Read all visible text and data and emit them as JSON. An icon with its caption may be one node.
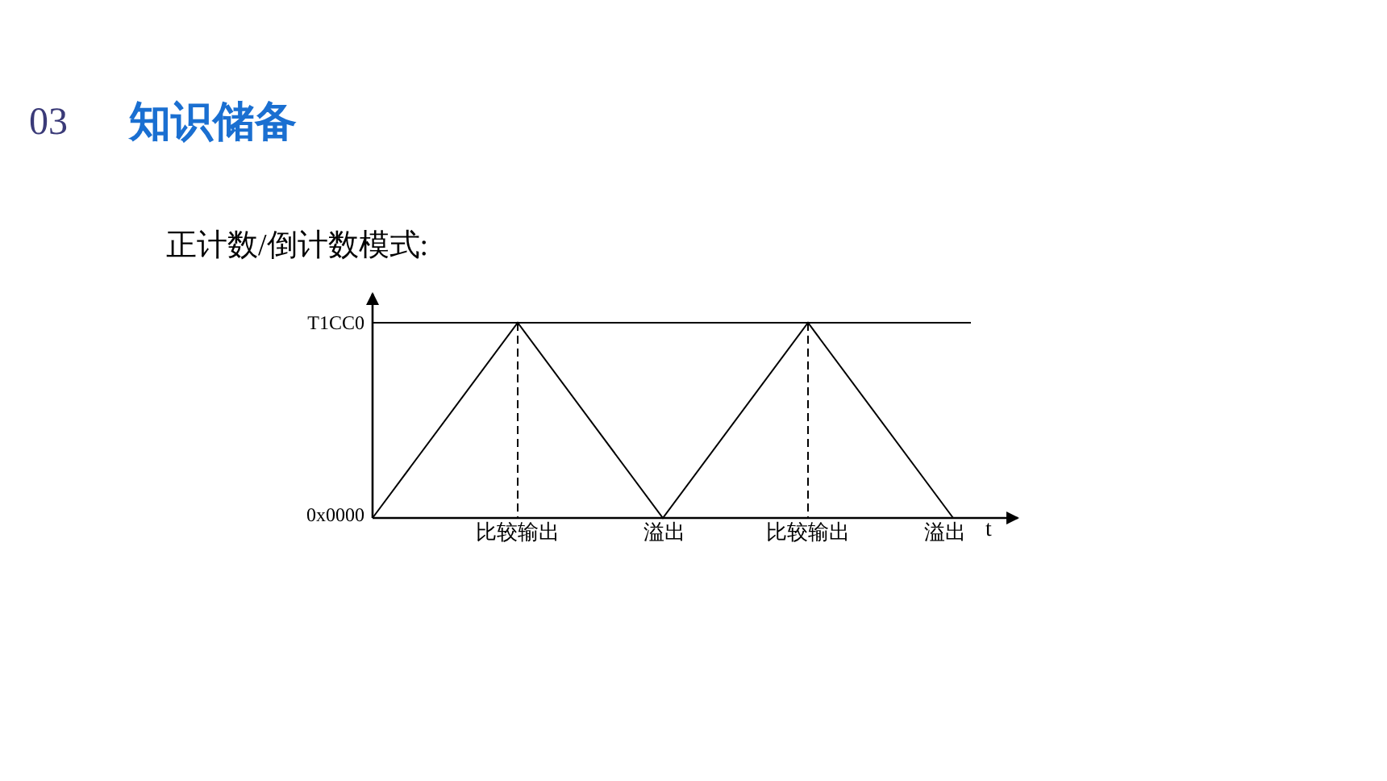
{
  "diagram": {
    "title": "知识储备",
    "labels": [
      "03",
      "正计数/倒计数模式:",
      "T1CC0",
      "0x0000",
      "比较输出",
      "溢出",
      "比较输出",
      "溢出",
      "t"
    ]
  }
}
